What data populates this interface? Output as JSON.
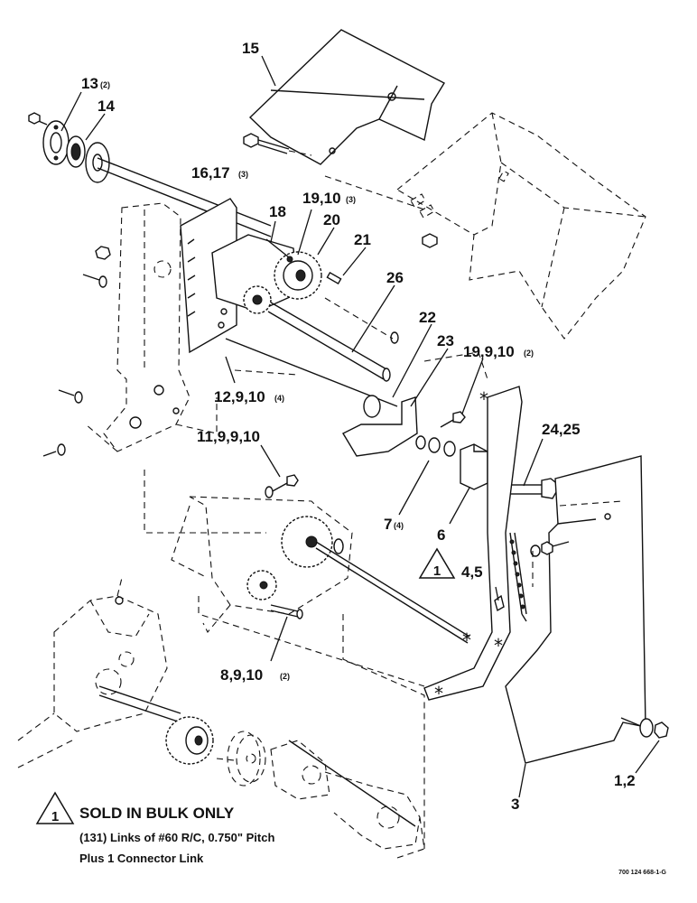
{
  "callouts": {
    "c15": "15",
    "c13": "13",
    "c13_qty": "(2)",
    "c14": "14",
    "c16_17": "16,17",
    "c16_17_qty": "(3)",
    "c18": "18",
    "c19_10": "19,10",
    "c19_10_qty": "(3)",
    "c20": "20",
    "c21": "21",
    "c26": "26",
    "c22": "22",
    "c23": "23",
    "c19_9_10": "19,9,10",
    "c19_9_10_qty": "(2)",
    "c12_9_10": "12,9,10",
    "c12_9_10_qty": "(4)",
    "c11_9_9_10": "11,9,9,10",
    "c24_25": "24,25",
    "c7": "7",
    "c7_qty": "(4)",
    "c6": "6",
    "c4_5": "4,5",
    "c8_9_10": "8,9,10",
    "c8_9_10_qty": "(2)",
    "c3": "3",
    "c1_2": "1,2"
  },
  "note": {
    "marker": "1",
    "title": "SOLD IN BULK ONLY",
    "line1": "(131) Links of #60 R/C, 0.750\" Pitch",
    "line2": "Plus 1 Connector Link"
  },
  "chain_marker": "1",
  "star_symbol": "*",
  "drawing_number": "700 124 668-1-G"
}
